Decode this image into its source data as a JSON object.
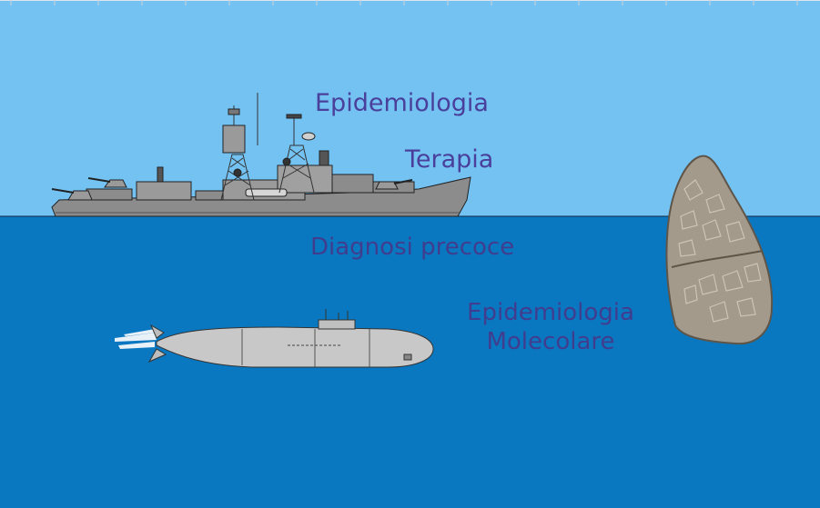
{
  "scene": {
    "colors": {
      "sky": "#73c2f2",
      "sea": "#0a78c0",
      "text_above": "#4a3f9a",
      "text_below": "#413d8e",
      "ship_hull": "#8c8c8c",
      "submarine_hull": "#c8c8c8",
      "lung": "#a39a8c"
    },
    "labels": {
      "surface_1": "Epidemiologia",
      "surface_2": "Terapia",
      "underwater_1": "Diagnosi precoce",
      "underwater_2_line1": "Epidemiologia",
      "underwater_2_line2": "Molecolare"
    },
    "icons": [
      "warship-icon",
      "submarine-icon",
      "lung-icon"
    ]
  }
}
